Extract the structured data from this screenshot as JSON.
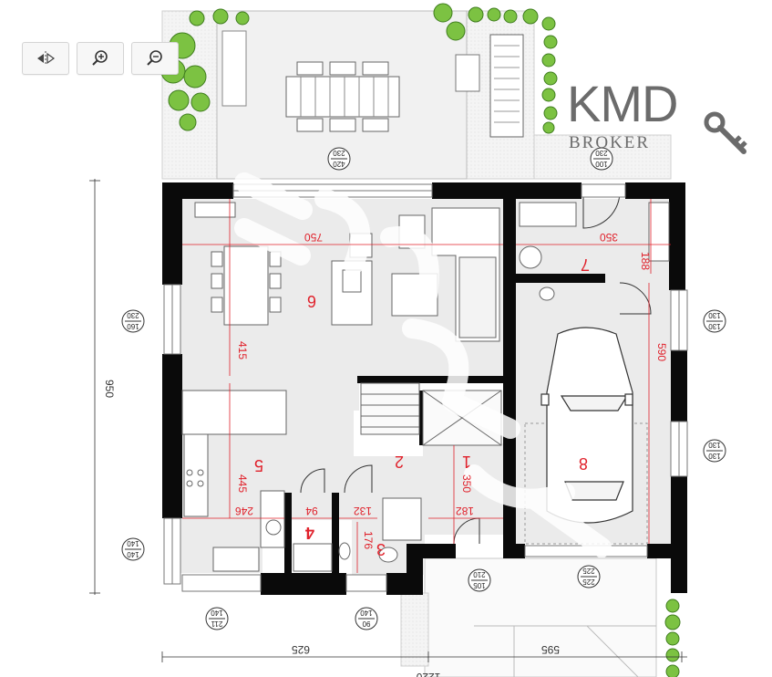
{
  "toolbar": {
    "buttons": [
      {
        "name": "flip-icon"
      },
      {
        "name": "zoom-in-icon"
      },
      {
        "name": "zoom-out-icon"
      }
    ]
  },
  "logo": {
    "main": "KMD",
    "sub": "BROKER"
  },
  "rooms": [
    {
      "number": "1"
    },
    {
      "number": "2"
    },
    {
      "number": "3"
    },
    {
      "number": "4"
    },
    {
      "number": "5"
    },
    {
      "number": "6"
    },
    {
      "number": "7"
    },
    {
      "number": "8"
    }
  ],
  "dimensions": {
    "overall_height": "950",
    "width_left": "625",
    "width_right": "595",
    "width_total": "1220",
    "living_width": "750",
    "living_height": "415",
    "kitchen_height": "445",
    "kitchen_width": "246",
    "room4_width": "94",
    "room3_width": "132",
    "room3_height": "176",
    "hall_height": "350",
    "hall_width": "182",
    "utility_width": "350",
    "utility_height": "188",
    "garage_height": "590"
  },
  "openings": [
    {
      "name": "terrace-door-tag",
      "top": "420",
      "bottom": "230"
    },
    {
      "name": "utility-door-tag",
      "top": "100",
      "bottom": "230"
    },
    {
      "name": "living-window-tag",
      "top": "160",
      "bottom": "230"
    },
    {
      "name": "garage-window-top-tag",
      "top": "130",
      "bottom": "130"
    },
    {
      "name": "garage-window-bottom-tag",
      "top": "130",
      "bottom": "130"
    },
    {
      "name": "kitchen-window-tag",
      "top": "140",
      "bottom": "140"
    },
    {
      "name": "kitchen-bottom-window-tag",
      "top": "211",
      "bottom": "140"
    },
    {
      "name": "wc-window-tag",
      "top": "90",
      "bottom": "140"
    },
    {
      "name": "entrance-door-tag",
      "top": "105",
      "bottom": "210"
    },
    {
      "name": "garage-door-tag",
      "top": "225",
      "bottom": "225"
    }
  ],
  "colors": {
    "wall": "#0a0a0a",
    "floor": "#ebebeb",
    "dimension": "#e0202a",
    "tree": "#7cc242",
    "watermark": "#ffffff"
  }
}
